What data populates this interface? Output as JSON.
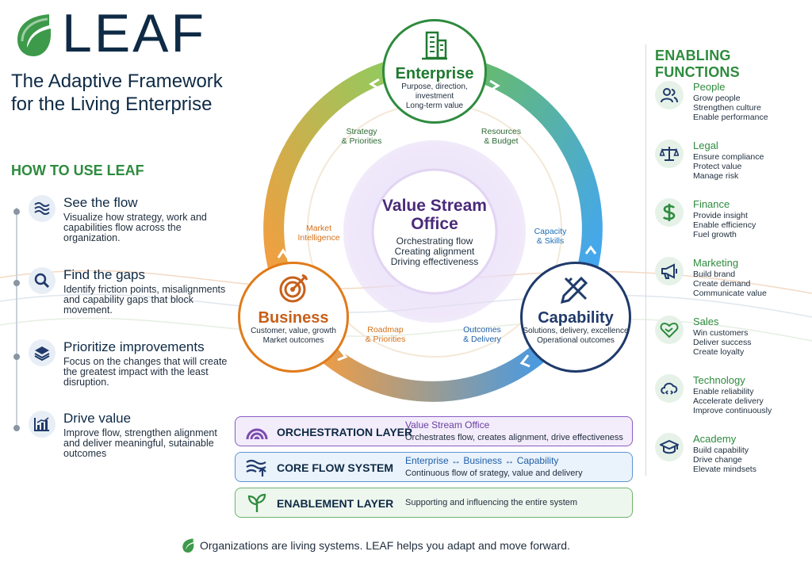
{
  "brand": {
    "name": "LEAF",
    "tagline": "The Adaptive Framework for the Living Enterprise"
  },
  "how_to_use": {
    "title": "HOW TO USE LEAF",
    "items": [
      {
        "name": "See the flow",
        "desc": "Visualize how strategy, work and capabilities flow across the organization.",
        "icon": "waves-icon"
      },
      {
        "name": "Find the gaps",
        "desc": "Identify friction points, misalignments and capability gaps that block movement.",
        "icon": "magnifier-icon"
      },
      {
        "name": "Prioritize improvements",
        "desc": "Focus on the changes that will create the greatest impact with the least disruption.",
        "icon": "layers-icon"
      },
      {
        "name": "Drive value",
        "desc": "Improve flow, strengthen alignment and deliver meaningful, sutainable outcomes",
        "icon": "growth-chart-icon"
      }
    ]
  },
  "cycle": {
    "center": {
      "title": "Value Stream Office",
      "lines": [
        "Orchestrating flow",
        "Creating alignment",
        "Driving effectiveness"
      ]
    },
    "enterprise": {
      "title": "Enterprise",
      "lines": [
        "Purpose, direction, investment",
        "Long-term value"
      ],
      "color": "#2e8b3e"
    },
    "business": {
      "title": "Business",
      "lines": [
        "Customer, value, growth",
        "Market outcomes"
      ],
      "color": "#e07b1a"
    },
    "capability": {
      "title": "Capability",
      "lines": [
        "Solutions, delivery, excellence",
        "Operational outcomes"
      ],
      "color": "#1f3a6b"
    },
    "flows": {
      "strategy": [
        "Strategy",
        "& Priorities"
      ],
      "resources": [
        "Resources",
        "& Budget"
      ],
      "market": [
        "Market",
        "Intelligence"
      ],
      "capacity": [
        "Capacity",
        "& Skills"
      ],
      "roadmap": [
        "Roadmap",
        "& Priorities"
      ],
      "outcomes": [
        "Outcomes",
        "& Delivery"
      ]
    }
  },
  "layers": [
    {
      "name": "ORCHESTRATION LAYER",
      "line1": "Value Stream Office",
      "line2": "Orchestrates flow, creates alignment, drive effectiveness",
      "color": "#7b4bb0",
      "bg": "#f3ecfb",
      "icon": "rainbow-arcs-icon"
    },
    {
      "name": "CORE FLOW SYSTEM",
      "line1": "Enterprise ↔ Business ↔ Capability",
      "line2": "Continuous flow of srategy, value and delivery",
      "color": "#2e6fb0",
      "bg": "#eaf2fb",
      "icon": "flow-waves-icon"
    },
    {
      "name": "ENABLEMENT LAYER",
      "line1": "",
      "line2": "Supporting and influencing the entire system",
      "color": "#2e8b3e",
      "bg": "#eef7ee",
      "icon": "sprout-icon"
    }
  ],
  "enabling": {
    "title": "ENABLING FUNCTIONS",
    "functions": [
      {
        "name": "People",
        "lines": [
          "Grow people",
          "Strengthen culture",
          "Enable performance"
        ],
        "icon": "people-icon"
      },
      {
        "name": "Legal",
        "lines": [
          "Ensure compliance",
          "Protect value",
          "Manage risk"
        ],
        "icon": "scales-icon"
      },
      {
        "name": "Finance",
        "lines": [
          "Provide insight",
          "Enable efficiency",
          "Fuel growth"
        ],
        "icon": "dollar-icon"
      },
      {
        "name": "Marketing",
        "lines": [
          "Build brand",
          "Create demand",
          "Communicate value"
        ],
        "icon": "megaphone-icon"
      },
      {
        "name": "Sales",
        "lines": [
          "Win customers",
          "Deliver success",
          "Create loyalty"
        ],
        "icon": "handshake-heart-icon"
      },
      {
        "name": "Technology",
        "lines": [
          "Enable reliability",
          "Accelerate delivery",
          "Improve continuously"
        ],
        "icon": "cloud-code-icon"
      },
      {
        "name": "Academy",
        "lines": [
          "Build capability",
          "Drive change",
          "Elevate mindsets"
        ],
        "icon": "graduation-cap-icon"
      }
    ]
  },
  "footer": "Organizations are living systems. LEAF helps you adapt and move forward."
}
